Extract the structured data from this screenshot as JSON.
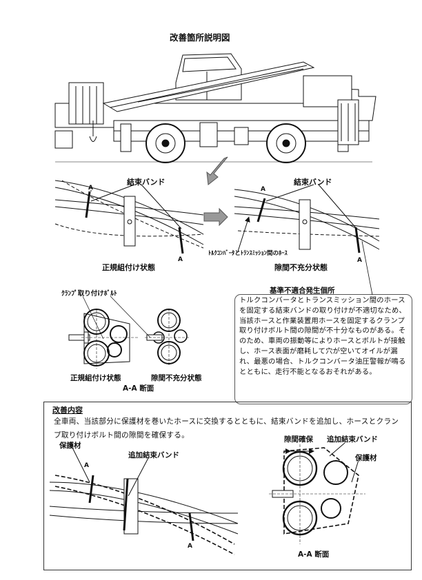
{
  "title": "改善箇所説明図",
  "top_diagram": {
    "band_label_left": "結束バンド",
    "band_label_right": "結束バンド",
    "hose_label": "ﾄﾙｸｺﾝﾊﾞｰﾀとﾄﾗﾝｽﾐｯｼｮﾝ間のﾎｰｽ",
    "state_normal": "正規組付け状態",
    "state_gap": "隙間不充分状態",
    "marker_a": "A"
  },
  "section": {
    "clamp_bolt_label": "ｸﾗﾝﾌﾟ取り付けﾎﾞﾙﾄ",
    "state_normal": "正規組付け状態",
    "state_gap": "隙間不充分状態",
    "section_title": "A-A 断面"
  },
  "callout": {
    "heading": "基準不適合発生個所",
    "body": "トルクコンバータとトランスミッション間のホースを固定する結束バンドの取り付けが不適切なため、当該ホースと作業装置用ホースを固定するクランプ取り付けボルト間の隙間が不十分なものがある。そのため、車両の振動等によりホースとボルトが接触し、ホース表面が磨耗して穴が空いてオイルが漏れ、最悪の場合、トルクコンバータ油圧警報が鳴るとともに、走行不能となるおそれがある。"
  },
  "improvement": {
    "heading": "改善内容",
    "body": "全車両、当該部分に保護材を巻いたホースに交換するとともに、結束バンドを追加し、ホースとクランプ取り付けボルト間の隙間を確保する。",
    "protector_label_left": "保護材",
    "added_band_label_left": "追加結束バンド",
    "gap_label": "隙間確保",
    "added_band_label_right": "追加結束バンド",
    "protector_label_right": "保護材",
    "section_title": "A-A 断面",
    "marker_a": "A"
  }
}
